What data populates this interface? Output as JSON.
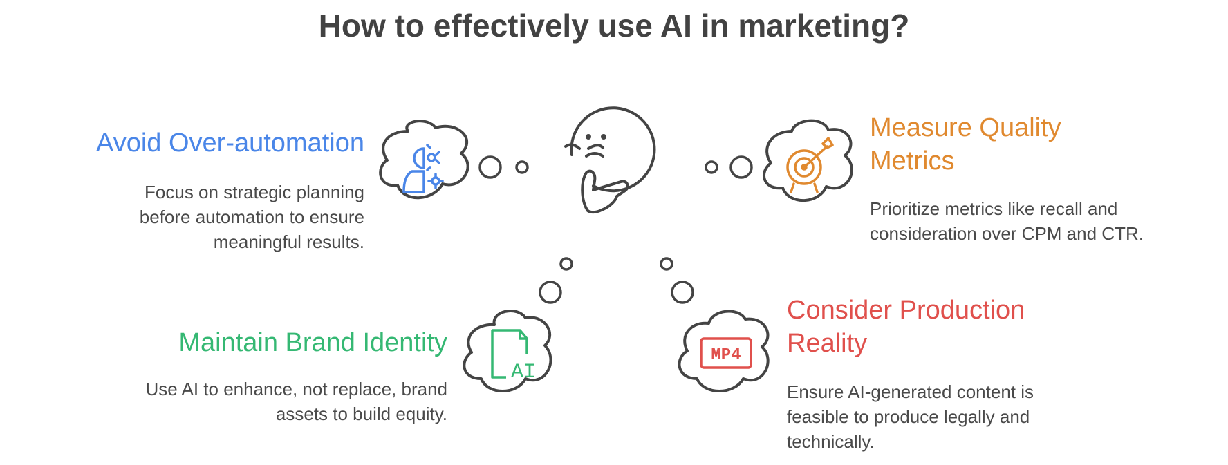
{
  "title": "How to effectively use AI in marketing?",
  "colors": {
    "blue": "#4A86E8",
    "orange": "#E0892F",
    "green": "#35B873",
    "red": "#E0504C",
    "ink": "#444444"
  },
  "items": [
    {
      "heading": "Avoid Over-automation",
      "description": "Focus on strategic planning before automation to ensure meaningful results.",
      "color": "blue",
      "icon": "person-gear-icon"
    },
    {
      "heading": "Measure Quality Metrics",
      "description": "Prioritize metrics like recall and consideration over CPM and CTR.",
      "color": "orange",
      "icon": "target-arrow-icon"
    },
    {
      "heading": "Maintain Brand Identity",
      "description": "Use AI to enhance, not replace, brand assets to build equity.",
      "color": "green",
      "icon": "ai-file-icon",
      "icon_text": "AI"
    },
    {
      "heading": "Consider Production Reality",
      "description": "Ensure AI-generated content is feasible to produce legally and technically.",
      "color": "red",
      "icon": "mp4-icon",
      "icon_text": "MP4"
    }
  ],
  "center_icon": "thinking-face-icon"
}
